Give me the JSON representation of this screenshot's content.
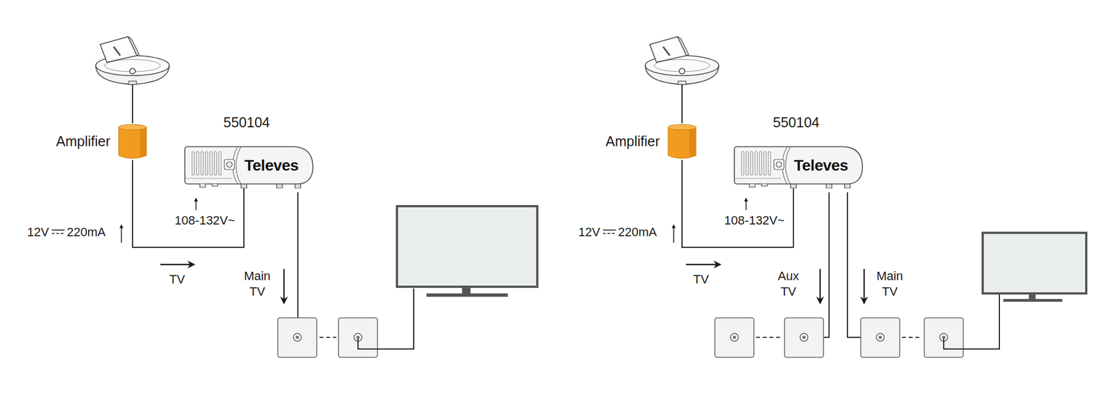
{
  "diagram": {
    "nodes": [
      {
        "text": [
          "Amplifier"
        ]
      },
      {
        "text": [
          "550104",
          "Televes"
        ]
      },
      {
        "text": [
          "Amplifier"
        ]
      },
      {
        "text": [
          "550104",
          "Televes"
        ]
      }
    ],
    "edges": [
      {
        "from": 0,
        "to": 1,
        "arrow": "none"
      },
      {
        "from": 2,
        "to": 3,
        "arrow": "none"
      }
    ],
    "labels": [
      "12V",
      "220mA",
      "108-132V~",
      "TV",
      "Main TV",
      "12V",
      "220mA",
      "108-132V~",
      "TV",
      "Aux TV",
      "Main TV"
    ]
  }
}
